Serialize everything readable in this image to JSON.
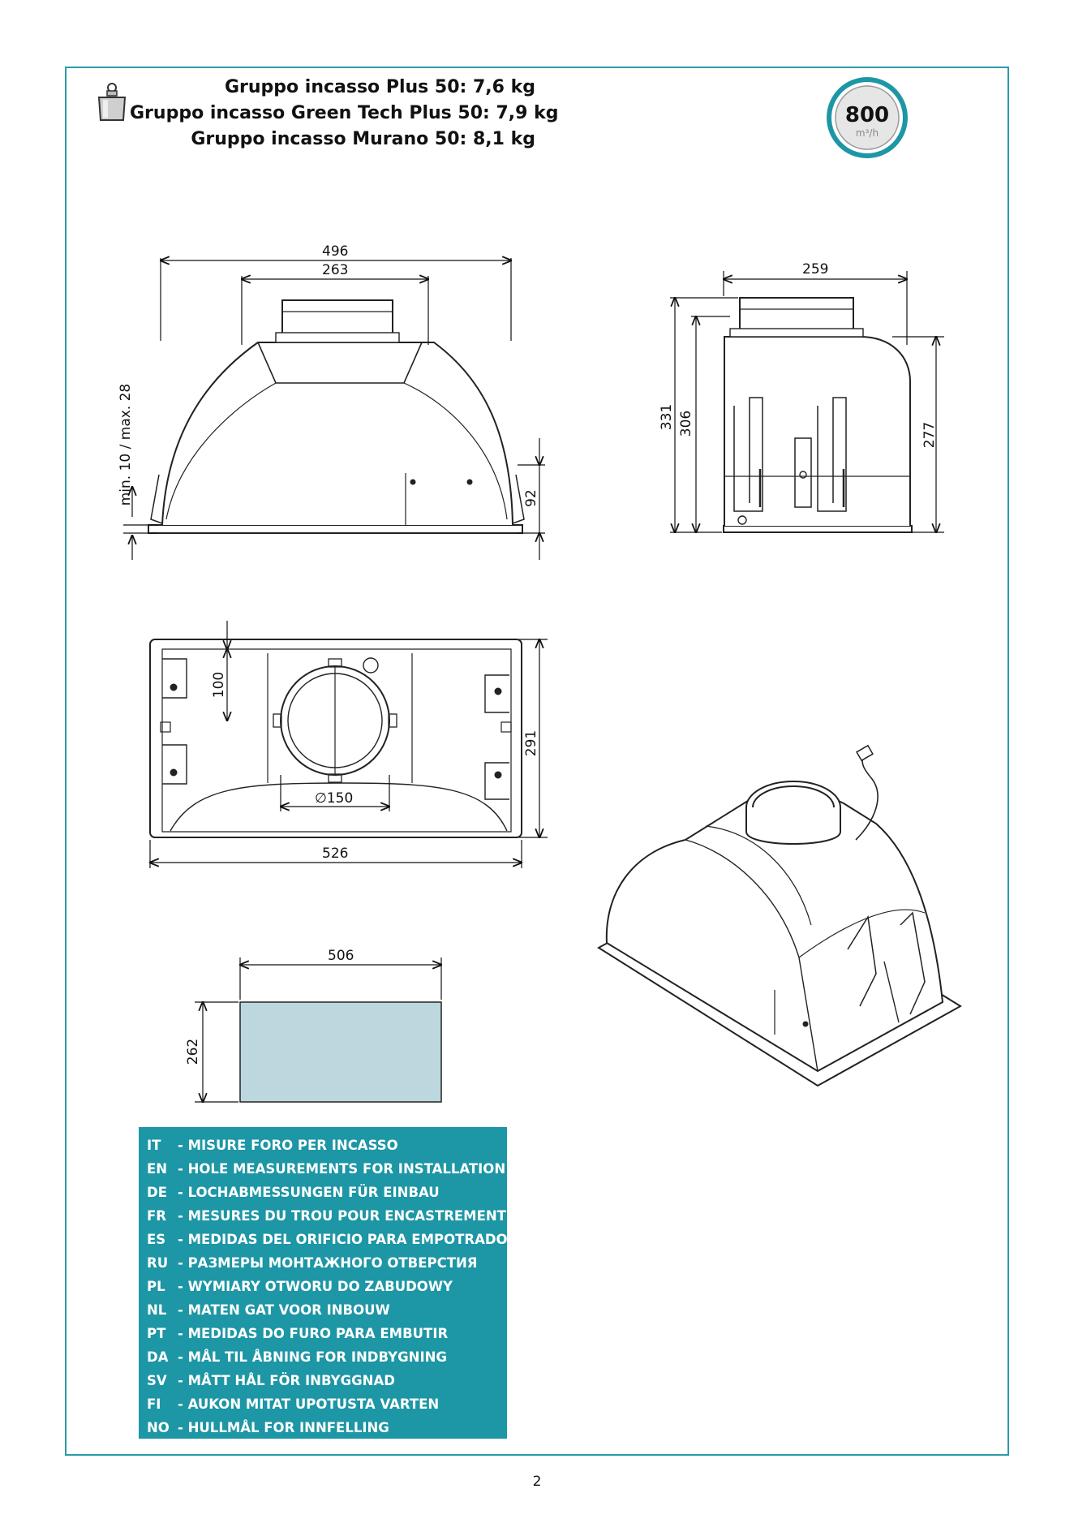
{
  "weights": [
    {
      "label": "Gruppo incasso Plus  50:  7,6 kg"
    },
    {
      "label": "Gruppo incasso Green Tech Plus  50:  7,9 kg"
    },
    {
      "label": "Gruppo incasso Murano  50:  8,1 kg"
    }
  ],
  "airflow": {
    "value": "800",
    "unit": "m³/h"
  },
  "front_view": {
    "width_total": "496",
    "width_top": "263",
    "side_range": "min. 10 / max. 28",
    "height_right": "92"
  },
  "side_view": {
    "width": "259",
    "height_total": "331",
    "height_body": "306",
    "height_right": "277"
  },
  "top_view": {
    "offset": "100",
    "depth": "291",
    "duct_diameter": "∅150",
    "width": "526"
  },
  "cutout": {
    "width": "506",
    "height": "262",
    "fill_color": "#bcd8de"
  },
  "languages": [
    {
      "code": "IT",
      "text": "- MISURE FORO PER INCASSO"
    },
    {
      "code": "EN",
      "text": "- HOLE MEASUREMENTS FOR INSTALLATION"
    },
    {
      "code": "DE",
      "text": "- LOCHABMESSUNGEN FÜR EINBAU"
    },
    {
      "code": "FR",
      "text": "- MESURES DU TROU POUR ENCASTREMENT"
    },
    {
      "code": "ES",
      "text": "- MEDIDAS DEL ORIFICIO PARA EMPOTRADO"
    },
    {
      "code": "RU",
      "text": "- РАЗМЕРЫ МОНТАЖНОГО ОТВЕРСТИЯ"
    },
    {
      "code": "PL",
      "text": "- WYMIARY OTWORU DO ZABUDOWY"
    },
    {
      "code": "NL",
      "text": "- MATEN GAT VOOR INBOUW"
    },
    {
      "code": "PT",
      "text": "- MEDIDAS DO FURO PARA EMBUTIR"
    },
    {
      "code": "DA",
      "text": "- MÅL TIL ÅBNING FOR INDBYGNING"
    },
    {
      "code": "SV",
      "text": "- MÅTT HÅL FÖR INBYGGNAD"
    },
    {
      "code": "FI",
      "text": "- AUKON MITAT UPOTUSTA VARTEN"
    },
    {
      "code": "NO",
      "text": "- HULLMÅL FOR INNFELLING"
    }
  ],
  "page_number": "2",
  "colors": {
    "frame": "#2a9bab",
    "lang_box": "#1d96a5"
  }
}
